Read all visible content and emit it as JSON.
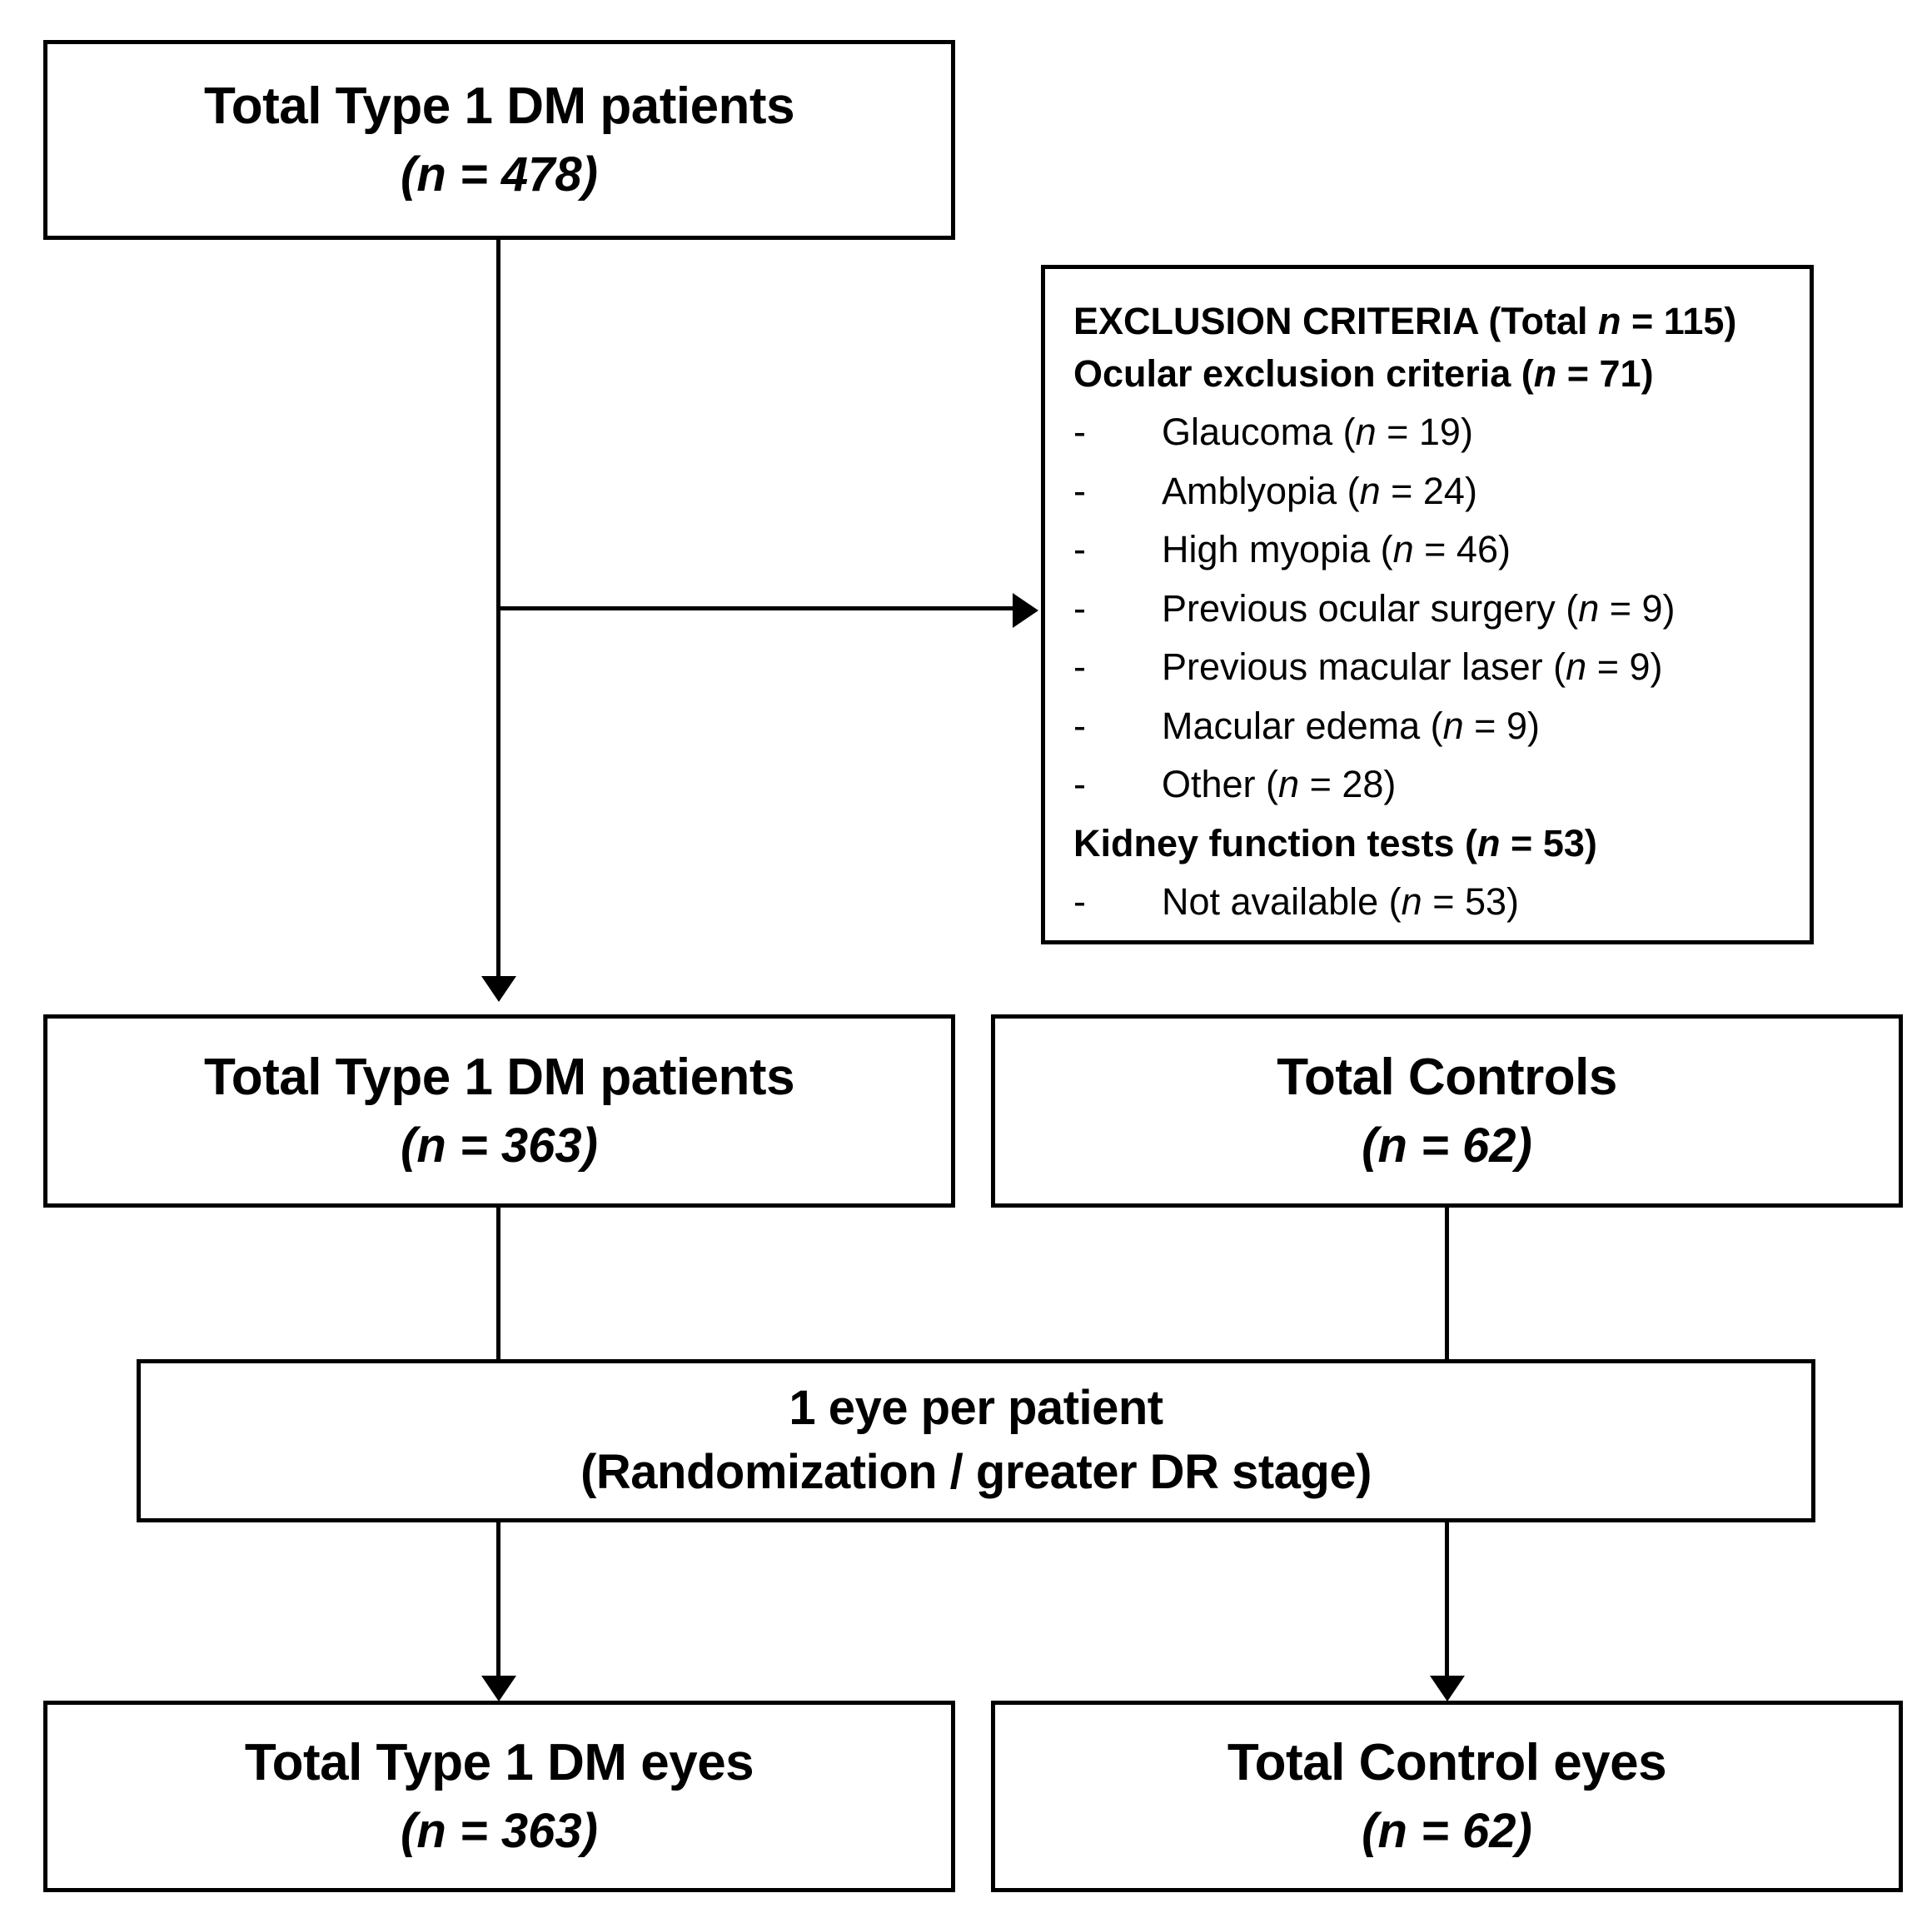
{
  "diagram": {
    "type": "study-flow-chart",
    "nodes": {
      "total_patients": {
        "title": "Total Type 1 DM patients",
        "count": "(n = 478)"
      },
      "exclusion": {
        "heading": "EXCLUSION CRITERIA (Total n = 115)",
        "heading_prefix": "EXCLUSION CRITERIA (Total ",
        "heading_n": "n",
        "heading_suffix": " = 115)",
        "ocular_heading_prefix": "Ocular exclusion criteria (",
        "ocular_heading_n": "n",
        "ocular_heading_suffix": " = 71)",
        "bullet": "-",
        "items": [
          {
            "label": "Glaucoma (",
            "n": "n",
            "value": " = 19)"
          },
          {
            "label": "Amblyopia (",
            "n": "n",
            "value": " = 24)"
          },
          {
            "label": "High myopia (",
            "n": "n",
            "value": " = 46)"
          },
          {
            "label": "Previous ocular surgery (",
            "n": "n",
            "value": " = 9)"
          },
          {
            "label": "Previous macular laser (",
            "n": "n",
            "value": " = 9)"
          },
          {
            "label": "Macular edema (",
            "n": "n",
            "value": " = 9)"
          },
          {
            "label": "Other (",
            "n": "n",
            "value": " = 28)"
          }
        ],
        "kidney_heading_prefix": "Kidney function tests (",
        "kidney_heading_n": "n",
        "kidney_heading_suffix": " = 53)",
        "kidney_items": [
          {
            "label": "Not available (",
            "n": "n",
            "value": " = 53)"
          }
        ]
      },
      "included_patients": {
        "title": "Total Type 1 DM patients",
        "count": "(n = 363)"
      },
      "total_controls": {
        "title": "Total Controls",
        "count": "(n = 62)"
      },
      "one_eye": {
        "line1": "1 eye per patient",
        "line2": "(Randomization / greater DR stage)"
      },
      "dm_eyes": {
        "title": "Total Type 1 DM eyes",
        "count": "(n = 363)"
      },
      "control_eyes": {
        "title": "Total Control eyes",
        "count": "(n = 62)"
      }
    },
    "colors": {
      "stroke": "#000000",
      "background": "#ffffff",
      "text": "#000000"
    }
  }
}
